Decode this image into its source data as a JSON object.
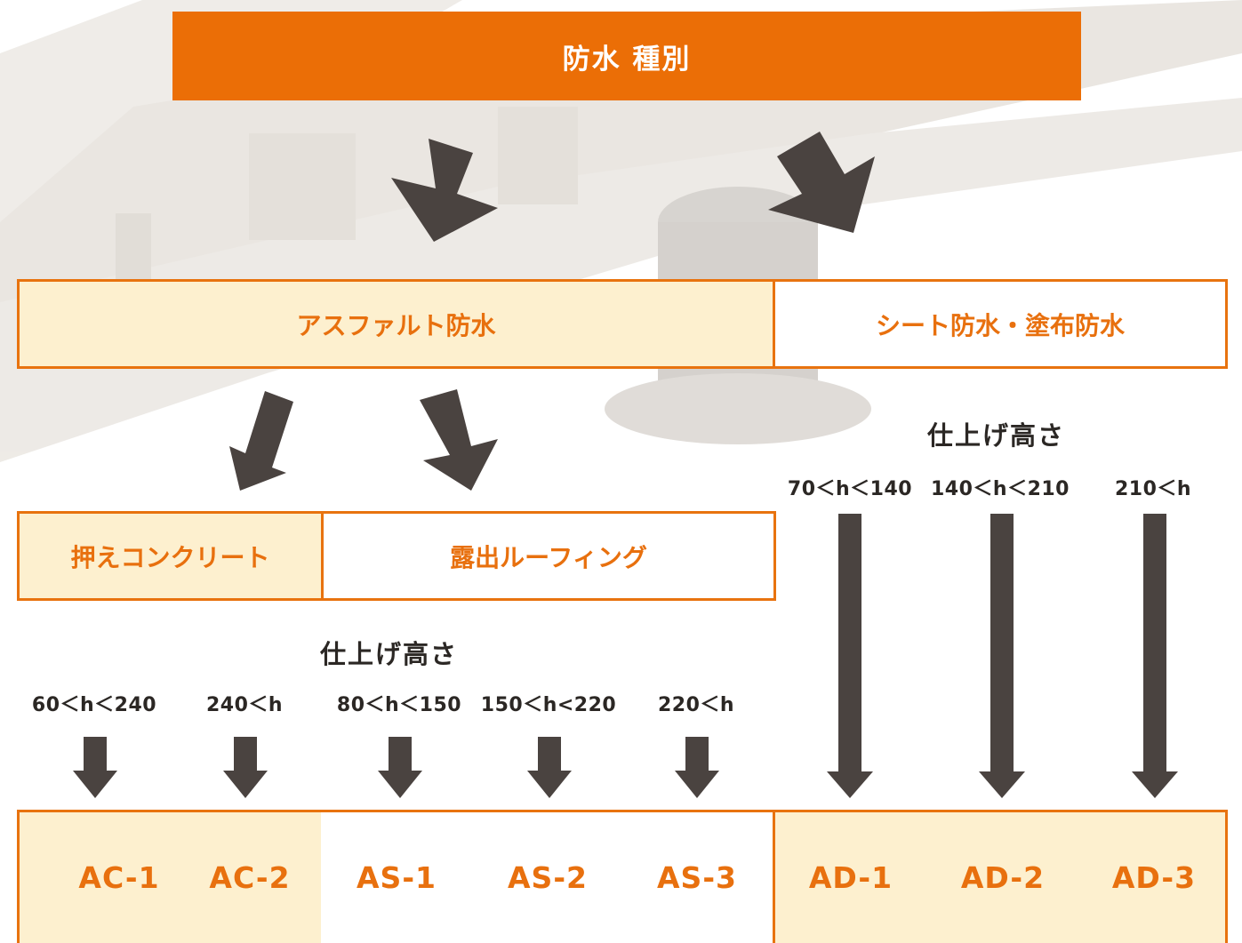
{
  "title": "防水 種別",
  "level1": {
    "asphalt": "アスファルト防水",
    "sheet": "シート防水・塗布防水"
  },
  "level2": {
    "concrete": "押えコンクリート",
    "roofing": "露出ルーフィング"
  },
  "finish_height_label": "仕上げ高さ",
  "ranges_left": [
    "60＜h＜240",
    "240＜h",
    "80＜h＜150",
    "150＜h<220",
    "220＜h"
  ],
  "ranges_right": [
    "70＜h＜140",
    "140＜h＜210",
    "210＜h"
  ],
  "codes": [
    "AC-1",
    "AC-2",
    "AS-1",
    "AS-2",
    "AS-3",
    "AD-1",
    "AD-2",
    "AD-3"
  ],
  "colors": {
    "accent": "#eb6e06",
    "cream": "#fdf0cf",
    "arrow": "#4a4340",
    "text_dark": "#2b2724"
  }
}
